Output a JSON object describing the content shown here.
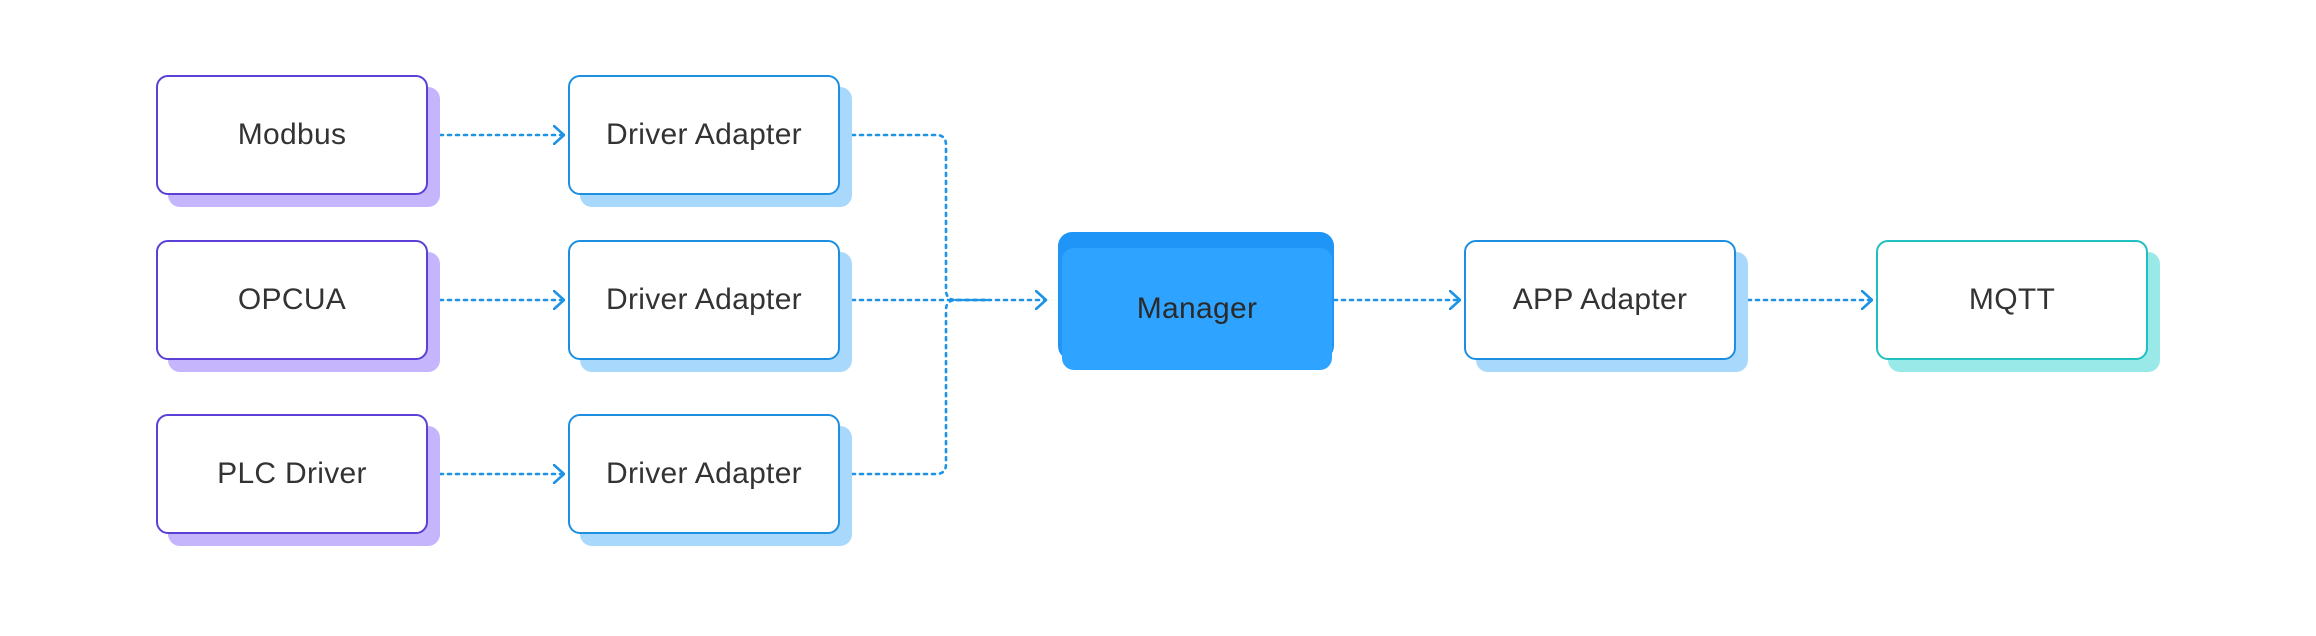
{
  "diagram": {
    "nodes": [
      {
        "id": "modbus",
        "label": "Modbus",
        "style": "purple"
      },
      {
        "id": "opcua",
        "label": "OPCUA",
        "style": "purple"
      },
      {
        "id": "plc-driver",
        "label": "PLC Driver",
        "style": "purple"
      },
      {
        "id": "driver-adapter-1",
        "label": "Driver Adapter",
        "style": "blue"
      },
      {
        "id": "driver-adapter-2",
        "label": "Driver Adapter",
        "style": "blue"
      },
      {
        "id": "driver-adapter-3",
        "label": "Driver Adapter",
        "style": "blue"
      },
      {
        "id": "manager",
        "label": "Manager",
        "style": "filled"
      },
      {
        "id": "app-adapter",
        "label": "APP Adapter",
        "style": "blue"
      },
      {
        "id": "mqtt",
        "label": "MQTT",
        "style": "teal"
      }
    ],
    "edges": [
      {
        "from": "modbus",
        "to": "driver-adapter-1"
      },
      {
        "from": "opcua",
        "to": "driver-adapter-2"
      },
      {
        "from": "plc-driver",
        "to": "driver-adapter-3"
      },
      {
        "from": "driver-adapter-1",
        "to": "manager"
      },
      {
        "from": "driver-adapter-2",
        "to": "manager"
      },
      {
        "from": "driver-adapter-3",
        "to": "manager"
      },
      {
        "from": "manager",
        "to": "app-adapter"
      },
      {
        "from": "app-adapter",
        "to": "mqtt"
      }
    ]
  },
  "colors": {
    "purple_border": "#5b3fd6",
    "purple_shadow": "#c4b5fd",
    "blue_border": "#1e8fe0",
    "blue_shadow": "#a8d8fb",
    "teal_border": "#21bfbf",
    "teal_shadow": "#9ae9e9",
    "manager_fill": "#2ea3ff",
    "manager_back": "#1f96f7",
    "connector": "#1d93e6",
    "text": "#333333"
  }
}
